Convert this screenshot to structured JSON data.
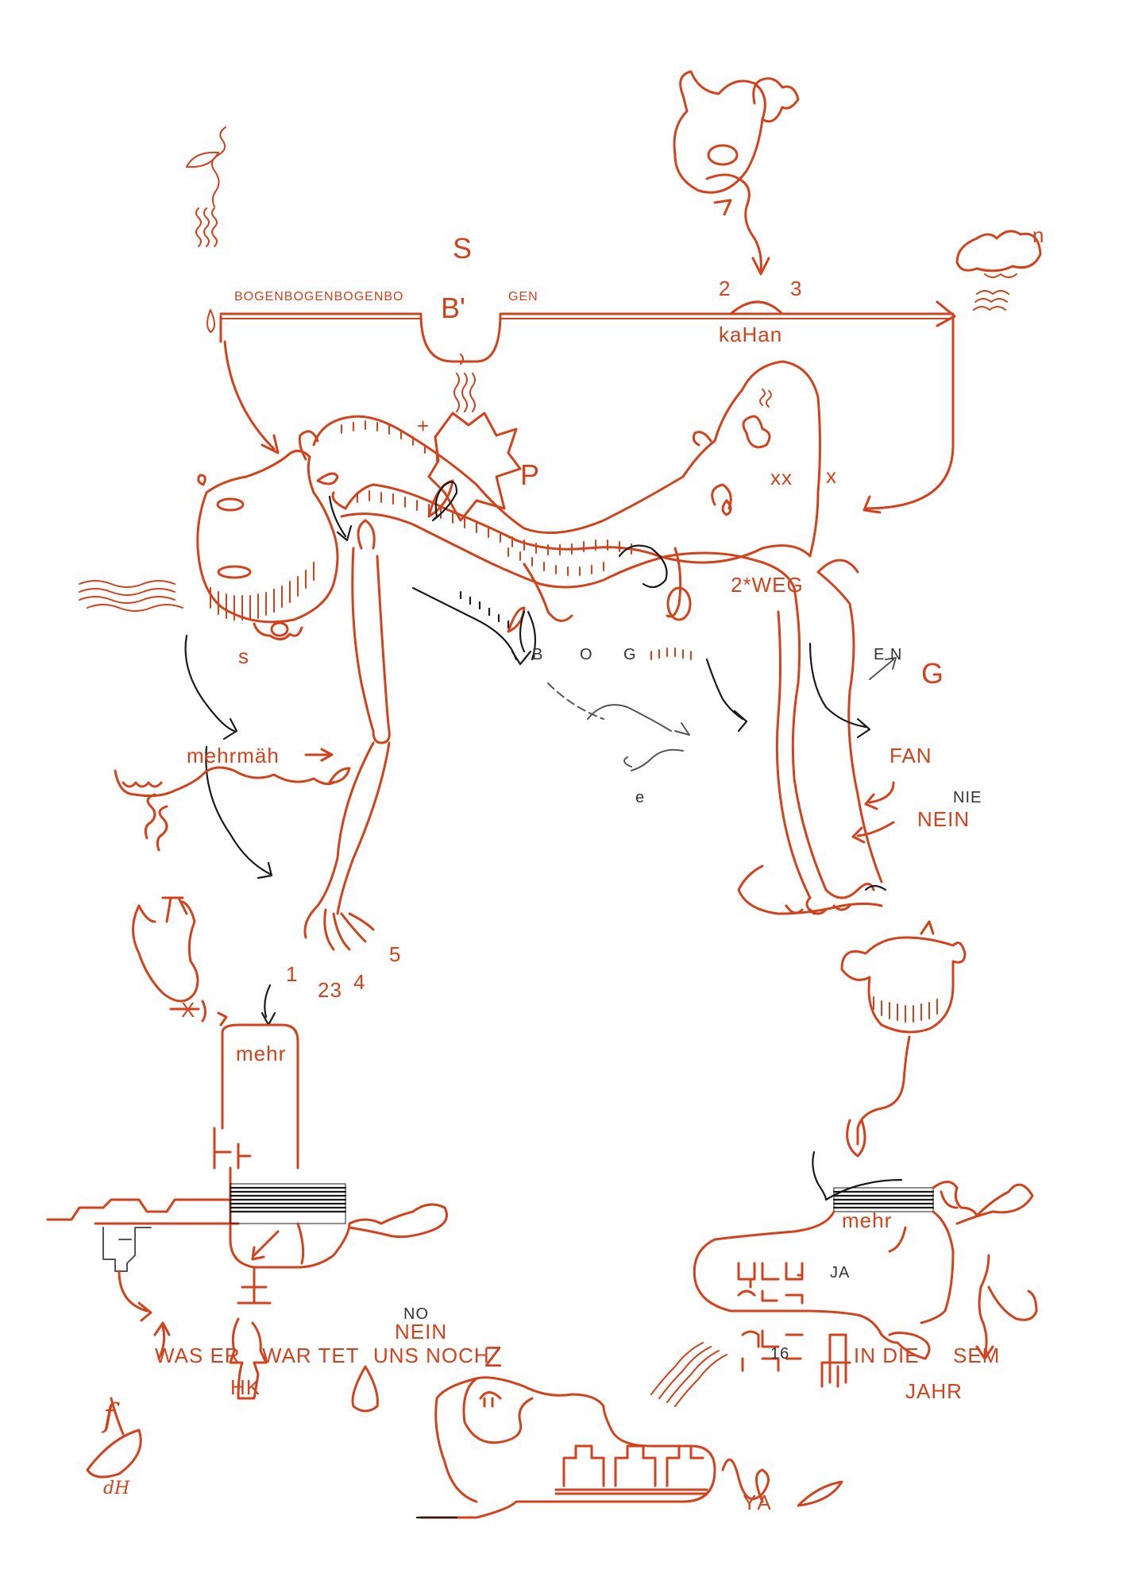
{
  "colors": {
    "ink_red": "#d2421c",
    "ink_black": "#1a1a1a",
    "ink_grey": "#555555",
    "paper": "#ffffff"
  },
  "labels": {
    "bogen_bar": "BOGENBOGENBOGENBO",
    "gen": "GEN",
    "s_top": "S",
    "b_prime": "B'",
    "num_2": "2",
    "num_3": "3",
    "kahan": "kaHan",
    "n_top_right": "n",
    "plus": "+",
    "p_mark": "P",
    "x_marks": "xx",
    "x_single": "x",
    "zweg": "2*WEG",
    "s_chin": "s",
    "bog_b": "B",
    "bog_o": "O",
    "bog_g": "G",
    "e_n": "E N",
    "g_big": "G",
    "fan": "FAN",
    "nie": "NIE",
    "nein_right": "NEIN",
    "e_small": "e",
    "mehrmah": "mehrmäh",
    "num_1": "1",
    "num_23": "23",
    "num_4": "4",
    "num_5": "5",
    "x_left": "X",
    "mehr_top": "mehr",
    "mehr_right": "mehr",
    "ja": "JA",
    "num_16": "16",
    "no": "NO",
    "nein_center": "NEIN",
    "was_er": "WAS ER",
    "war_tet": "WAR TET",
    "uns_noch": "UNS NOCH",
    "z_mark": "Z",
    "hk": "HK",
    "in_die": "IN DIE",
    "sem": "SEM",
    "jahr": "JAHR",
    "f_mark": "f",
    "signature": "dH",
    "ya": "ΥA"
  }
}
